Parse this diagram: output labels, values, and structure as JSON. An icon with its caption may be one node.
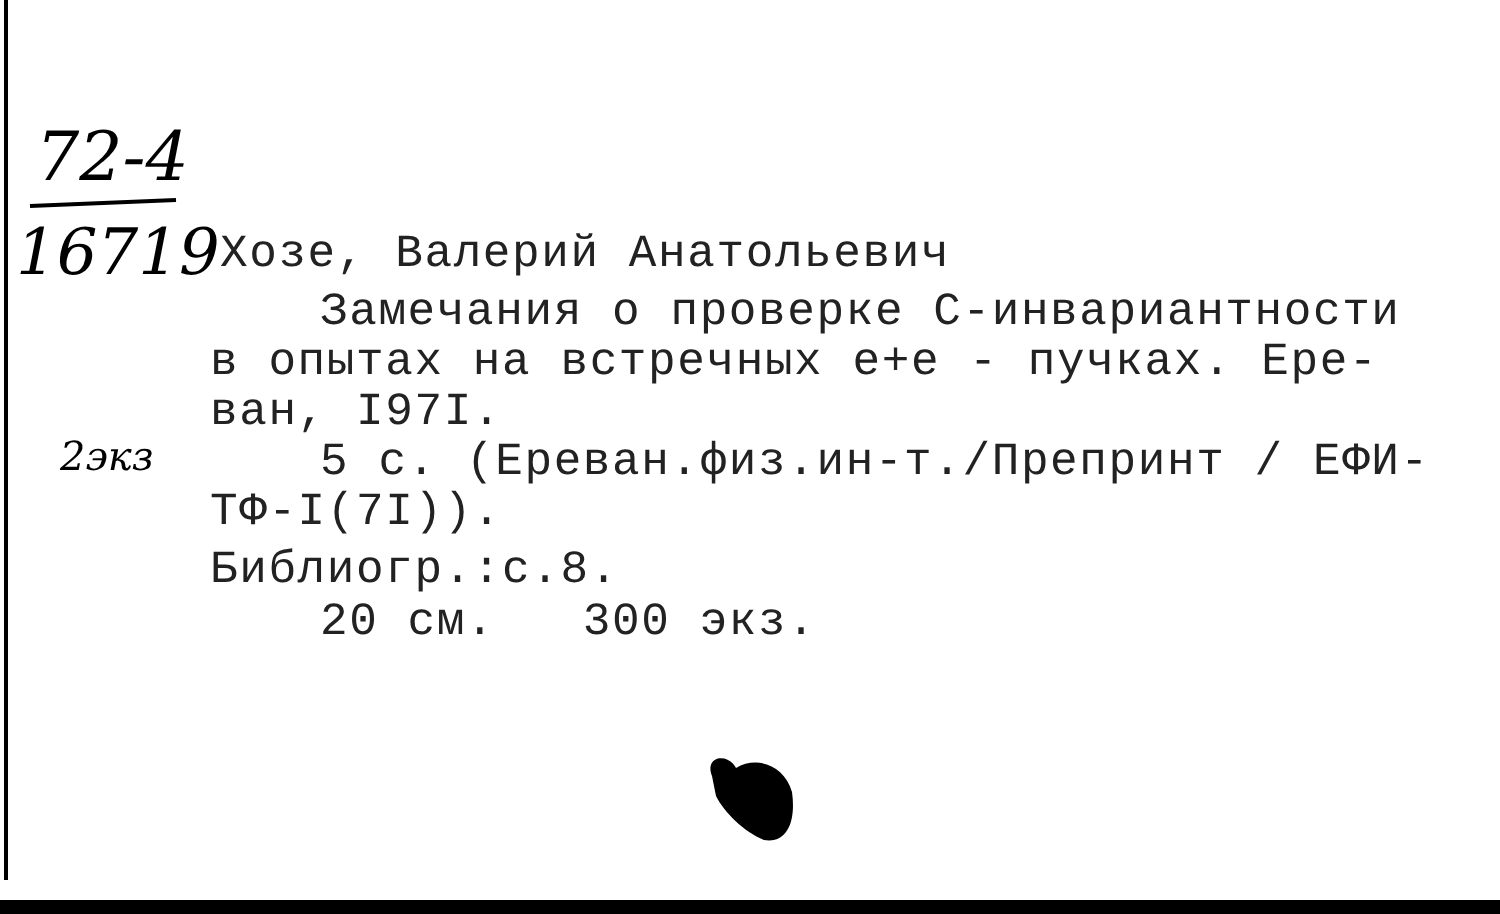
{
  "diagram": {
    "labels": [
      "72-4",
      "16719",
      "Хозе, Валерий Анатольевич",
      "Замечания о проверке С-инвариантности",
      "в опытах на встречных е+е - пучках. Ере-",
      "ван, I97I.",
      "2экз",
      "5 с. (Ереван.физ.ин-т./Препринт / ЕФИ-",
      "ТФ-I(7I)).",
      "Библиогр.:с.8.",
      "20 см.   300 экз."
    ]
  }
}
